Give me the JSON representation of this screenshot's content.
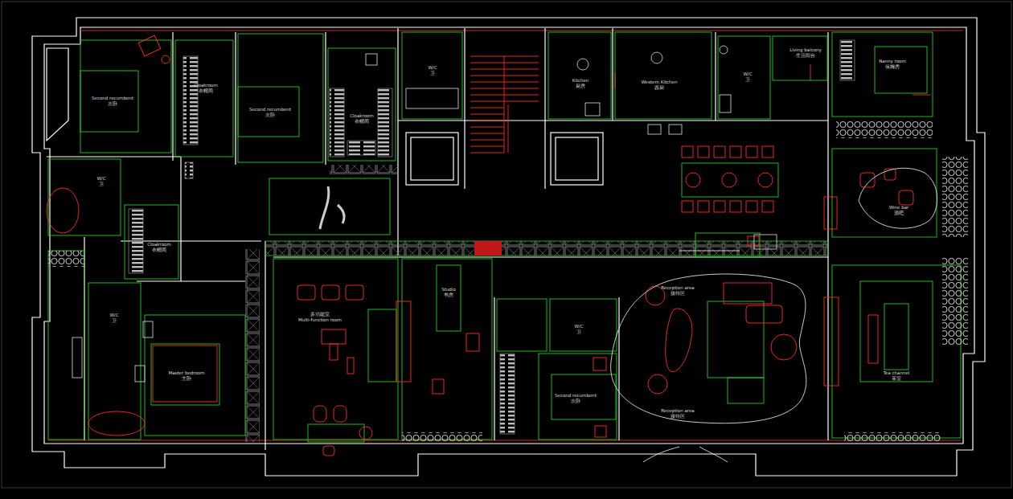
{
  "diagram": {
    "nodes": [
      {
        "text": [
          "Second recumbent",
          "次卧"
        ]
      },
      {
        "text": [
          "Cloakroom",
          "衣帽间"
        ]
      },
      {
        "text": [
          "Second recumbent",
          "次卧"
        ]
      },
      {
        "text": [
          "Cloakroom",
          "衣帽间"
        ]
      },
      {
        "text": [
          "W/C",
          "卫"
        ]
      },
      {
        "text": [
          "Kitchen",
          "厨房"
        ]
      },
      {
        "text": [
          "Western Kitchen",
          "西厨"
        ]
      },
      {
        "text": [
          "W/C",
          "卫"
        ]
      },
      {
        "text": [
          "Living balcony",
          "生活阳台"
        ]
      },
      {
        "text": [
          "Nanny room",
          "保姆房"
        ]
      },
      {
        "text": [
          "Wine bar",
          "酒吧"
        ]
      },
      {
        "text": [
          "W/C",
          "卫"
        ]
      },
      {
        "text": [
          "Cloakroom",
          "衣帽间"
        ]
      },
      {
        "text": [
          "W/C",
          "卫"
        ]
      },
      {
        "text": [
          "Master bedroom",
          "主卧"
        ]
      },
      {
        "text": [
          "多功能室",
          "Multi-function room"
        ]
      },
      {
        "text": [
          "Studio",
          "书房"
        ]
      },
      {
        "text": [
          "W/C",
          "卫"
        ]
      },
      {
        "text": [
          "Second recumbent",
          "次卧"
        ]
      },
      {
        "text": [
          "Reception area",
          "接待区"
        ]
      },
      {
        "text": [
          "Reception area",
          "接待区"
        ]
      },
      {
        "text": [
          "Tea channel",
          "茶室"
        ]
      }
    ]
  }
}
